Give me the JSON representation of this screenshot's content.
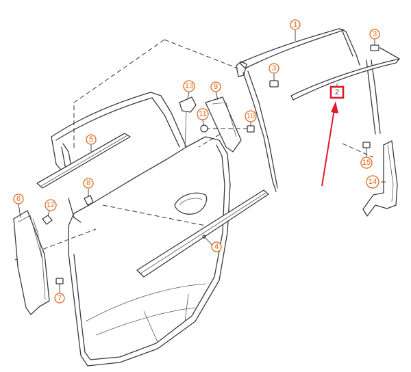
{
  "colors": {
    "callout": "#e0661a",
    "highlight": "#e0192a",
    "outline": "#3a3a3a"
  },
  "callouts": {
    "c1": "1",
    "c2": "2",
    "c3a": "3",
    "c3b": "3",
    "c4": "4",
    "c5": "5",
    "c6": "6",
    "c7": "7",
    "c8": "8",
    "c9": "9",
    "c10": "10",
    "c11": "11",
    "c12": "12",
    "c13": "13",
    "c14": "14",
    "c15": "15"
  },
  "highlighted_part": "2"
}
